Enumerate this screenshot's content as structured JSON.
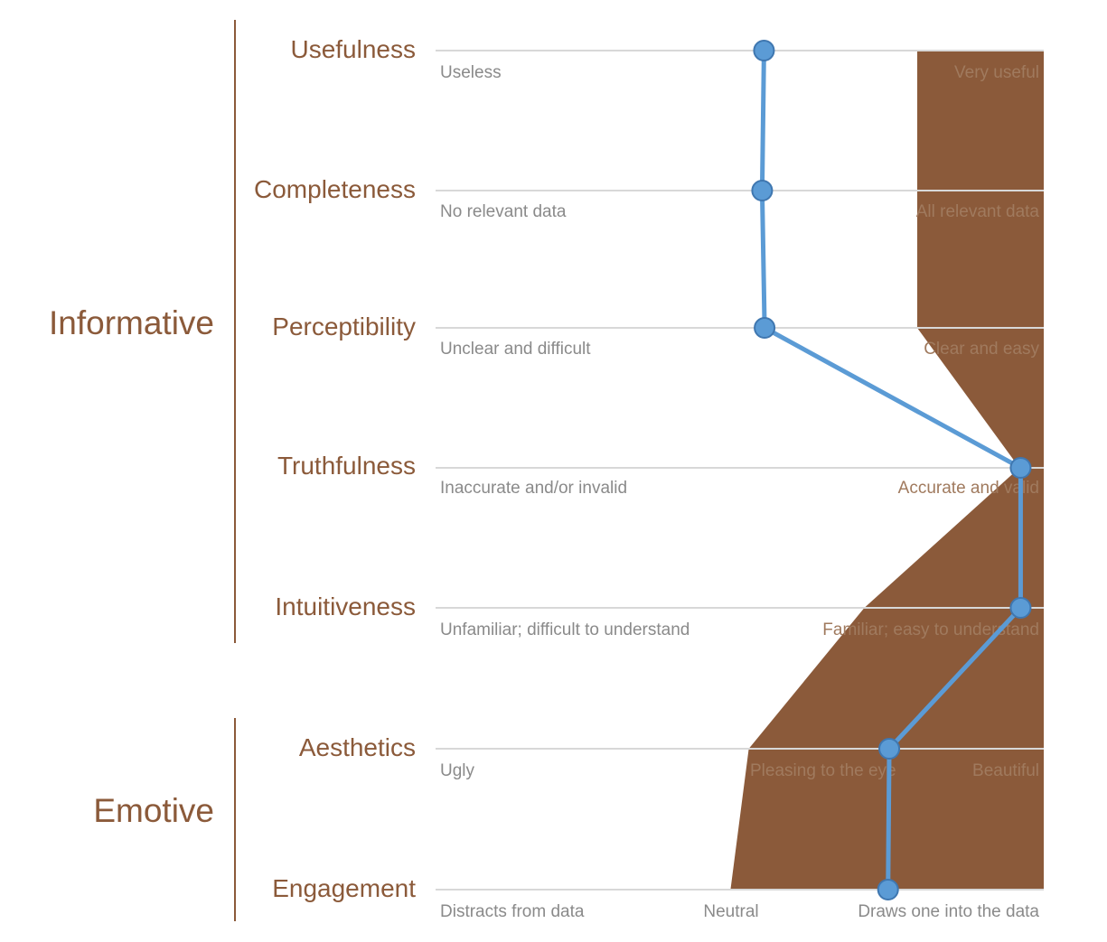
{
  "groups": [
    {
      "label": "Informative"
    },
    {
      "label": "Emotive"
    }
  ],
  "rows": [
    {
      "label": "Usefulness",
      "anchors": [
        "Useless",
        "Very useful"
      ]
    },
    {
      "label": "Completeness",
      "anchors": [
        "No relevant data",
        "All relevant data"
      ]
    },
    {
      "label": "Perceptibility",
      "anchors": [
        "Unclear and difficult",
        "Clear and easy"
      ]
    },
    {
      "label": "Truthfulness",
      "anchors": [
        "Inaccurate and/or invalid",
        "Accurate and valid"
      ]
    },
    {
      "label": "Intuitiveness",
      "anchors": [
        "Unfamiliar; difficult to understand",
        "Familiar; easy to understand"
      ]
    },
    {
      "label": "Aesthetics",
      "anchors": [
        "Ugly",
        "Pleasing to the eye",
        "Beautiful"
      ]
    },
    {
      "label": "Engagement",
      "anchors": [
        "Distracts from data",
        "Neutral",
        "Draws one into the data"
      ]
    }
  ],
  "shaded_region_start": [
    0.792,
    0.792,
    0.792,
    0.96,
    0.705,
    0.515,
    0.485
  ],
  "rating_line": [
    0.54,
    0.537,
    0.541,
    0.962,
    0.962,
    0.746,
    0.744
  ],
  "colors": {
    "label_brown": "#8b5a3a",
    "region_fill": "#8b5a3a",
    "rating_line": "#5b9bd5",
    "rating_point_stroke": "#3f77b0",
    "axis_line": "#d8d8d8",
    "anchor_text": "#8a8a8a"
  }
}
